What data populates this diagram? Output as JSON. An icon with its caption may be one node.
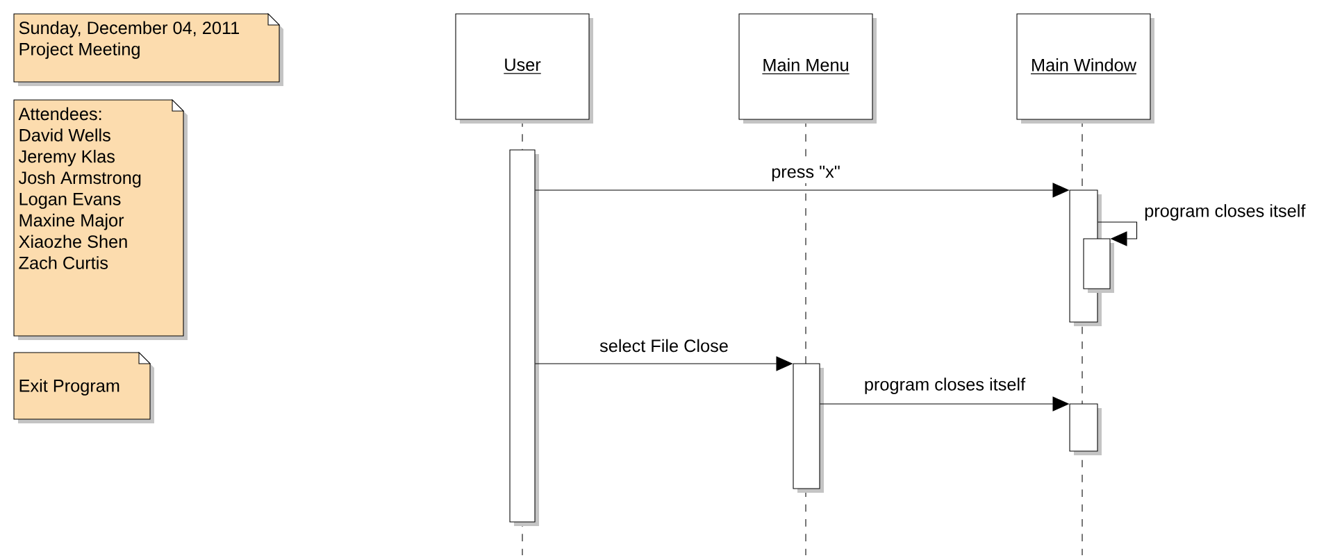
{
  "diagram": {
    "nodes": [
      {
        "text": [
          "Sunday, December 04, 2011",
          "Project Meeting"
        ]
      },
      {
        "text": [
          "Attendees:",
          "David Wells",
          "Jeremy Klas",
          "Josh Armstrong",
          "Logan Evans",
          "Maxine Major",
          "Xiaozhe Shen",
          "Zach Curtis"
        ]
      },
      {
        "text": [
          "Exit Program"
        ]
      },
      {
        "text": [
          "User"
        ]
      },
      {
        "text": [
          "Main Menu"
        ]
      },
      {
        "text": [
          "Main Window"
        ]
      },
      {
        "text": [],
        "shape": "bar"
      },
      {
        "text": [],
        "shape": "bar"
      },
      {
        "text": [],
        "shape": "bar"
      },
      {
        "text": [],
        "shape": "bar"
      },
      {
        "text": [],
        "shape": "bar"
      }
    ],
    "edges": [
      {
        "from": 6,
        "to": 7,
        "arrow": "to",
        "label": "press \"x\""
      },
      {
        "from": 7,
        "to": 8,
        "arrow": "to",
        "label": "program closes itself"
      },
      {
        "from": 6,
        "to": 9,
        "arrow": "to",
        "label": "select File Close"
      },
      {
        "from": 9,
        "to": 10,
        "arrow": "to",
        "label": "program closes itself"
      }
    ]
  }
}
